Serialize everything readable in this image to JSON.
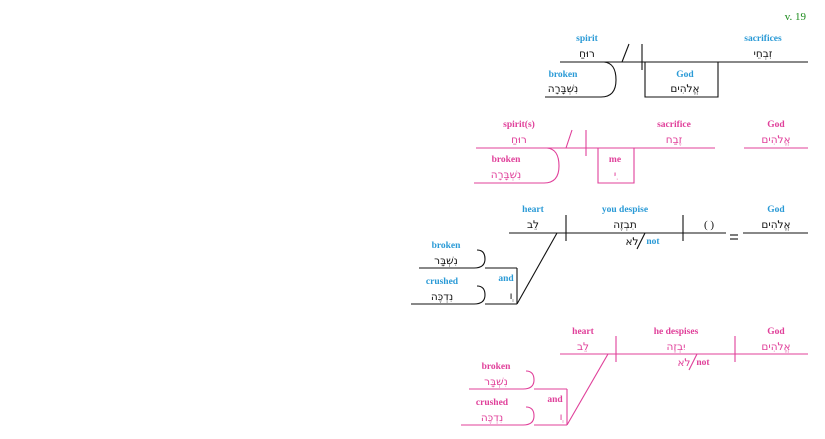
{
  "verse": "v. 19",
  "colors": {
    "black": "#111111",
    "blue": "#2a9ad6",
    "pink": "#e0409a",
    "verse": "#1a8a1a"
  },
  "d1": {
    "spirit_gloss": "spirit",
    "spirit_heb": "רוּחַ",
    "broken_gloss": "broken",
    "broken_heb": "נִשְׁבָּרָה",
    "sacrifices_gloss": "sacrifices",
    "sacrifices_heb": "זִבְחֵי",
    "god_gloss": "God",
    "god_heb": "אֱלֹהִים"
  },
  "d2": {
    "spirit_gloss": "spirit(s)",
    "spirit_heb": "רוּחַ",
    "broken_gloss": "broken",
    "broken_heb": "נִשְׁבָּרָה",
    "sacrifice_gloss": "sacrifice",
    "sacrifice_heb": "זֶבַח",
    "me_gloss": "me",
    "me_heb": "ִי",
    "god_gloss": "God",
    "god_heb": "אֱלֹהִים"
  },
  "d3": {
    "heart_gloss": "heart",
    "heart_heb": "לֵב",
    "despise_gloss": "you despise",
    "despise_heb": "תִבְזֶה",
    "object": "( )",
    "equals": "=",
    "god_gloss": "God",
    "god_heb": "אֱלֹהִים",
    "not_heb": "לֹא",
    "not_gloss": "not",
    "broken_gloss": "broken",
    "broken_heb": "נִשְׁבָּר",
    "crushed_gloss": "crushed",
    "crushed_heb": "נִדְכֶּה",
    "and_gloss": "and",
    "and_heb": "ְו"
  },
  "d4": {
    "heart_gloss": "heart",
    "heart_heb": "לֵב",
    "despise_gloss": "he despises",
    "despise_heb": "יִבְזֶה",
    "god_gloss": "God",
    "god_heb": "אֱלֹהִים",
    "not_heb": "לֹא",
    "not_gloss": "not",
    "broken_gloss": "broken",
    "broken_heb": "נִשְׁבָּר",
    "crushed_gloss": "crushed",
    "crushed_heb": "נִדְכֶּה",
    "and_gloss": "and",
    "and_heb": "ְו"
  }
}
